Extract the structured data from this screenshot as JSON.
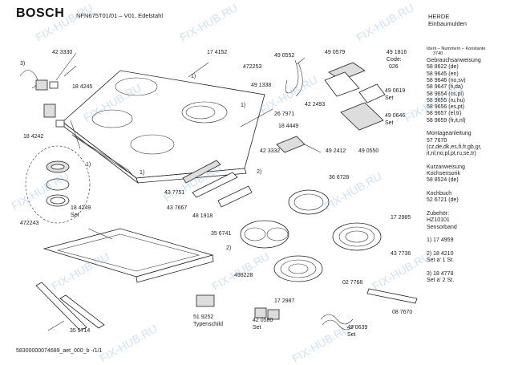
{
  "header": {
    "brand": "BOSCH",
    "model": "NFN675T01/01 – V01, Edelstahl",
    "category": "HERDE",
    "subcategory": "Einbaumulden"
  },
  "right_panel": {
    "ident_label": "Ident – Nummern – Konstante",
    "ident_value": "3740",
    "lines": [
      "Gebrauchsanweisung",
      "58 8622 (de)",
      "58 9645 (en)",
      "58 9646 (no,sv)",
      "58 9647 (fi,da)",
      "58 9654 (cs,pl)",
      "58 9655 (ru,hu)",
      "58 9656 (es,pt)",
      "58 9657 (el,tr)",
      "58 9659 (fr,it,nl)",
      "",
      "Montageanleitung",
      "57 7670",
      "(cz,de,dk,es,fi,fr,gb,gr,",
      "it,nl,no,pl,pt,ru,se,tr)",
      "",
      "Kurzanweisung",
      "Kochsensorik",
      "58 8524 (de)",
      "",
      "Kochbuch",
      "52 6721 (de)",
      "",
      "Zubehör:",
      "HZ10101",
      "Sensorband",
      "",
      "1) 17 4959",
      "",
      "2) 18 4210",
      "    Set a' 1 St.",
      "",
      "3) 18 4778",
      "    Set a' 2 St."
    ]
  },
  "parts": [
    {
      "id": "p423330",
      "text": "42 3330"
    },
    {
      "id": "p3",
      "text": "3)"
    },
    {
      "id": "p184245",
      "text": "18 4245"
    },
    {
      "id": "p184242",
      "text": "18 4242"
    },
    {
      "id": "p174152",
      "text": "17 4152"
    },
    {
      "id": "p1a",
      "text": "1)"
    },
    {
      "id": "p472253",
      "text": "472253"
    },
    {
      "id": "p490552",
      "text": "49 0552"
    },
    {
      "id": "p491338",
      "text": "49 1338"
    },
    {
      "id": "p490579",
      "text": "49 0579"
    },
    {
      "id": "p491816",
      "text": "49 1816"
    },
    {
      "id": "pcode",
      "text": "Code:"
    },
    {
      "id": "p026",
      "text": "026"
    },
    {
      "id": "p422493",
      "text": "42 2493"
    },
    {
      "id": "p490619",
      "text": "49 0619"
    },
    {
      "id": "pset1",
      "text": "Set"
    },
    {
      "id": "p490646",
      "text": "49 0646"
    },
    {
      "id": "pset2",
      "text": "Set"
    },
    {
      "id": "p1b",
      "text": "1)"
    },
    {
      "id": "p267971",
      "text": "26 7971"
    },
    {
      "id": "p184449",
      "text": "18 4449"
    },
    {
      "id": "p423332",
      "text": "42 3332"
    },
    {
      "id": "p492412",
      "text": "49 2412"
    },
    {
      "id": "p490550",
      "text": "49 0550"
    },
    {
      "id": "p1c",
      "text": "1)"
    },
    {
      "id": "p1d",
      "text": "1)"
    },
    {
      "id": "p2a",
      "text": "2)"
    },
    {
      "id": "p366728",
      "text": "36 6728"
    },
    {
      "id": "p437751",
      "text": "43 7751"
    },
    {
      "id": "p437667",
      "text": "43 7667"
    },
    {
      "id": "p481918",
      "text": "48 1918"
    },
    {
      "id": "p184249",
      "text": "18 4249"
    },
    {
      "id": "pset3",
      "text": "Set"
    },
    {
      "id": "p172985",
      "text": "17 2985"
    },
    {
      "id": "p472243",
      "text": "472243"
    },
    {
      "id": "p356741",
      "text": "35 6741"
    },
    {
      "id": "p2b",
      "text": "2)"
    },
    {
      "id": "p437736",
      "text": "43 7736"
    },
    {
      "id": "p498228",
      "text": "498228"
    },
    {
      "id": "p027768",
      "text": "02 7768"
    },
    {
      "id": "p172987",
      "text": "17 2987"
    },
    {
      "id": "p087670",
      "text": "08 7670"
    },
    {
      "id": "p519252",
      "text": "51 9252"
    },
    {
      "id": "ptypenschild",
      "text": "Typenschild"
    },
    {
      "id": "p420580",
      "text": "42 0580"
    },
    {
      "id": "pset4",
      "text": "Set"
    },
    {
      "id": "p490639",
      "text": "49 0639"
    },
    {
      "id": "pset5",
      "text": "Set"
    },
    {
      "id": "p355714",
      "text": "35 5714"
    }
  ],
  "footer": "58300000074689_aet_000_b -/1/1",
  "watermark": "FIX-HUB.RU",
  "colors": {
    "watermark": "#78aad7"
  }
}
